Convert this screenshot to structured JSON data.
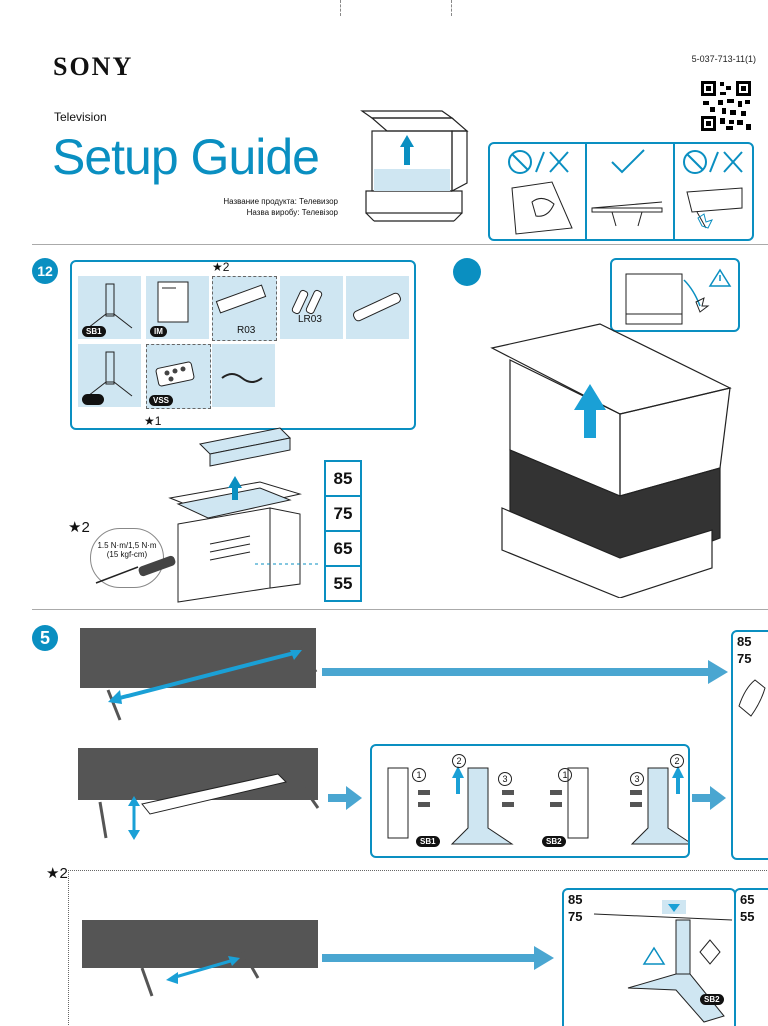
{
  "header": {
    "brand": "SONY",
    "part_number": "5-037-713-11(1)",
    "category": "Television",
    "title": "Setup Guide",
    "product_name_ru": "Название продукта: Телевизор",
    "product_name_uk": "Назва виробу: Телевізор"
  },
  "steps": {
    "parts": "12",
    "unbox": "",
    "stand": "5"
  },
  "parts": {
    "star2_top": "★2",
    "star1": "★1",
    "sb1": "SB1",
    "im": "IM",
    "vss": "VSS",
    "r03": "R03",
    "lr03": "LR03"
  },
  "torque": {
    "star": "★2",
    "label_1": "1.5 N·m/1,5 N·m",
    "label_2": "(15 kgf-cm)"
  },
  "sizes": [
    "85",
    "75",
    "65",
    "55"
  ],
  "stand": {
    "sb1": "SB1",
    "sb2": "SB2",
    "n1": "1",
    "n2": "2",
    "n3": "3"
  },
  "right_sizes_top": [
    "85",
    "75"
  ],
  "bottom": {
    "star": "★2",
    "sizes_a": [
      "85",
      "75"
    ],
    "sizes_b": [
      "65",
      "55"
    ],
    "sb2": "SB2"
  },
  "colors": {
    "accent": "#0a8fc1",
    "panel": "#cfe6f2",
    "arrow": "#4aa6d1"
  }
}
